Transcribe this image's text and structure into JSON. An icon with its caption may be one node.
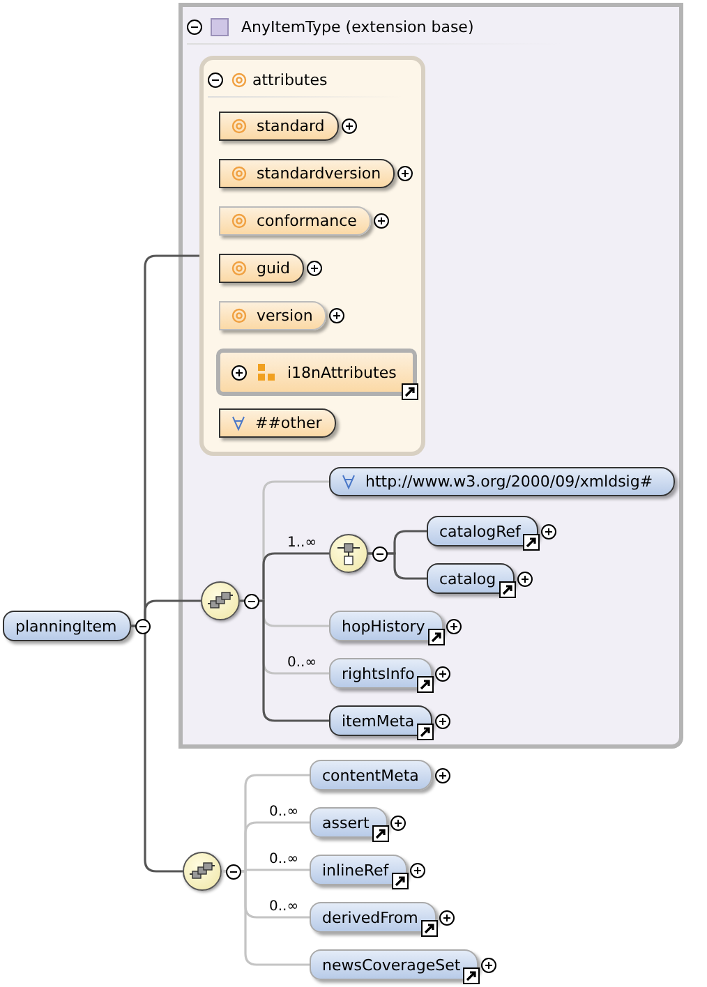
{
  "diagram": {
    "nodes": [
      {
        "text": [
          "planningItem"
        ]
      },
      {
        "text": [
          "AnyItemType (extension base)"
        ]
      },
      {
        "text": [
          "attributes"
        ],
        "in": 1
      },
      {
        "text": [
          "standard"
        ],
        "in": 2
      },
      {
        "text": [
          "standardversion"
        ],
        "in": 2
      },
      {
        "text": [
          "conformance"
        ],
        "in": 2
      },
      {
        "text": [
          "guid"
        ],
        "in": 2
      },
      {
        "text": [
          "version"
        ],
        "in": 2
      },
      {
        "text": [
          "i18nAttributes"
        ],
        "in": 2
      },
      {
        "text": [
          "##other"
        ],
        "in": 2
      },
      {
        "text": [],
        "shape": "circle",
        "in": 1
      },
      {
        "text": [
          "http://www.w3.org/2000/09/xmldsig#"
        ],
        "in": 1
      },
      {
        "text": [],
        "shape": "circle",
        "in": 1
      },
      {
        "text": [
          "catalogRef"
        ],
        "in": 1
      },
      {
        "text": [
          "catalog"
        ],
        "in": 1
      },
      {
        "text": [
          "hopHistory"
        ],
        "in": 1
      },
      {
        "text": [
          "rightsInfo"
        ],
        "in": 1
      },
      {
        "text": [
          "itemMeta"
        ],
        "in": 1
      },
      {
        "text": [],
        "shape": "circle"
      },
      {
        "text": [
          "contentMeta"
        ]
      },
      {
        "text": [
          "assert"
        ]
      },
      {
        "text": [
          "inlineRef"
        ]
      },
      {
        "text": [
          "derivedFrom"
        ]
      },
      {
        "text": [
          "newsCoverageSet"
        ]
      }
    ],
    "edges": [
      {
        "from": 0,
        "to": 2,
        "arrow": "none",
        "color": "#555555"
      },
      {
        "from": 0,
        "to": 10,
        "arrow": "none",
        "color": "#555555"
      },
      {
        "from": 0,
        "to": 18,
        "arrow": "none",
        "color": "#555555"
      },
      {
        "from": 10,
        "to": 11,
        "arrow": "none"
      },
      {
        "from": 10,
        "to": 12,
        "arrow": "none",
        "label": "1..∞",
        "color": "#555555"
      },
      {
        "from": 12,
        "to": 13,
        "arrow": "none",
        "color": "#555555"
      },
      {
        "from": 12,
        "to": 14,
        "arrow": "none",
        "color": "#555555"
      },
      {
        "from": 10,
        "to": 15,
        "arrow": "none"
      },
      {
        "from": 10,
        "to": 16,
        "arrow": "none",
        "label": "0..∞"
      },
      {
        "from": 10,
        "to": 17,
        "arrow": "none",
        "color": "#555555"
      },
      {
        "from": 18,
        "to": 19,
        "arrow": "none"
      },
      {
        "from": 18,
        "to": 20,
        "arrow": "none",
        "label": "0..∞"
      },
      {
        "from": 18,
        "to": 21,
        "arrow": "none",
        "label": "0..∞"
      },
      {
        "from": 18,
        "to": 22,
        "arrow": "none",
        "label": "0..∞"
      },
      {
        "from": 18,
        "to": 23,
        "arrow": "none"
      }
    ]
  }
}
